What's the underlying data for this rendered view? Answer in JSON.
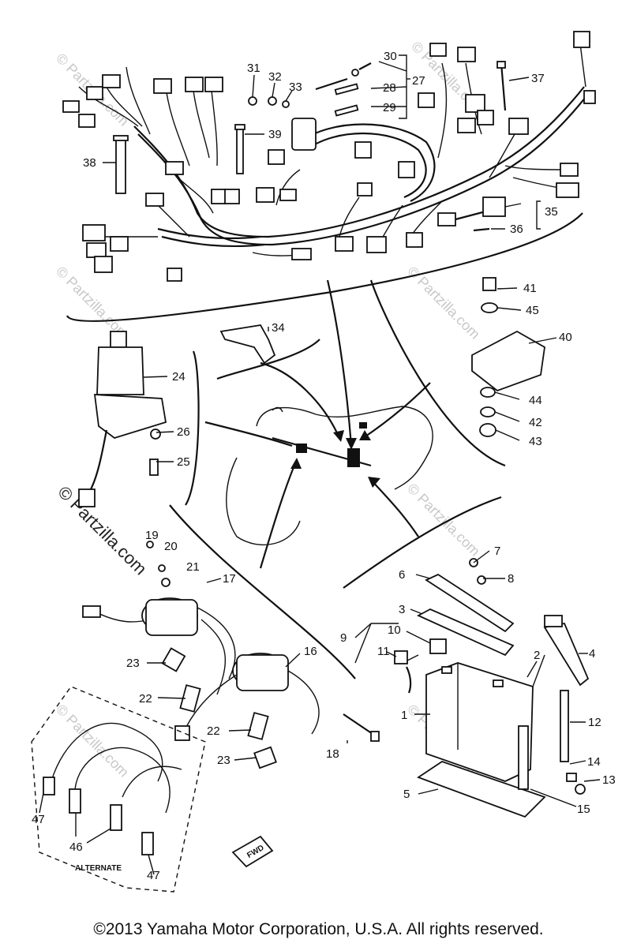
{
  "diagram": {
    "labels": [
      "1",
      "2",
      "3",
      "4",
      "5",
      "6",
      "7",
      "8",
      "9",
      "10",
      "11",
      "12",
      "13",
      "14",
      "15",
      "16",
      "17",
      "18",
      "19",
      "20",
      "21",
      "22",
      "22",
      "23",
      "23",
      "24",
      "25",
      "26",
      "27",
      "28",
      "29",
      "30",
      "31",
      "32",
      "33",
      "34",
      "35",
      "36",
      "37",
      "38",
      "39",
      "40",
      "41",
      "42",
      "43",
      "44",
      "45",
      "46",
      "47",
      "47"
    ],
    "alternate_label": "ALTERNATE",
    "fwd_label": "FWD"
  },
  "watermark": {
    "text": "© Partzilla.com"
  },
  "footer": {
    "copyright": "©2013  Yamaha Motor Corporation, U.S.A. All rights reserved."
  }
}
